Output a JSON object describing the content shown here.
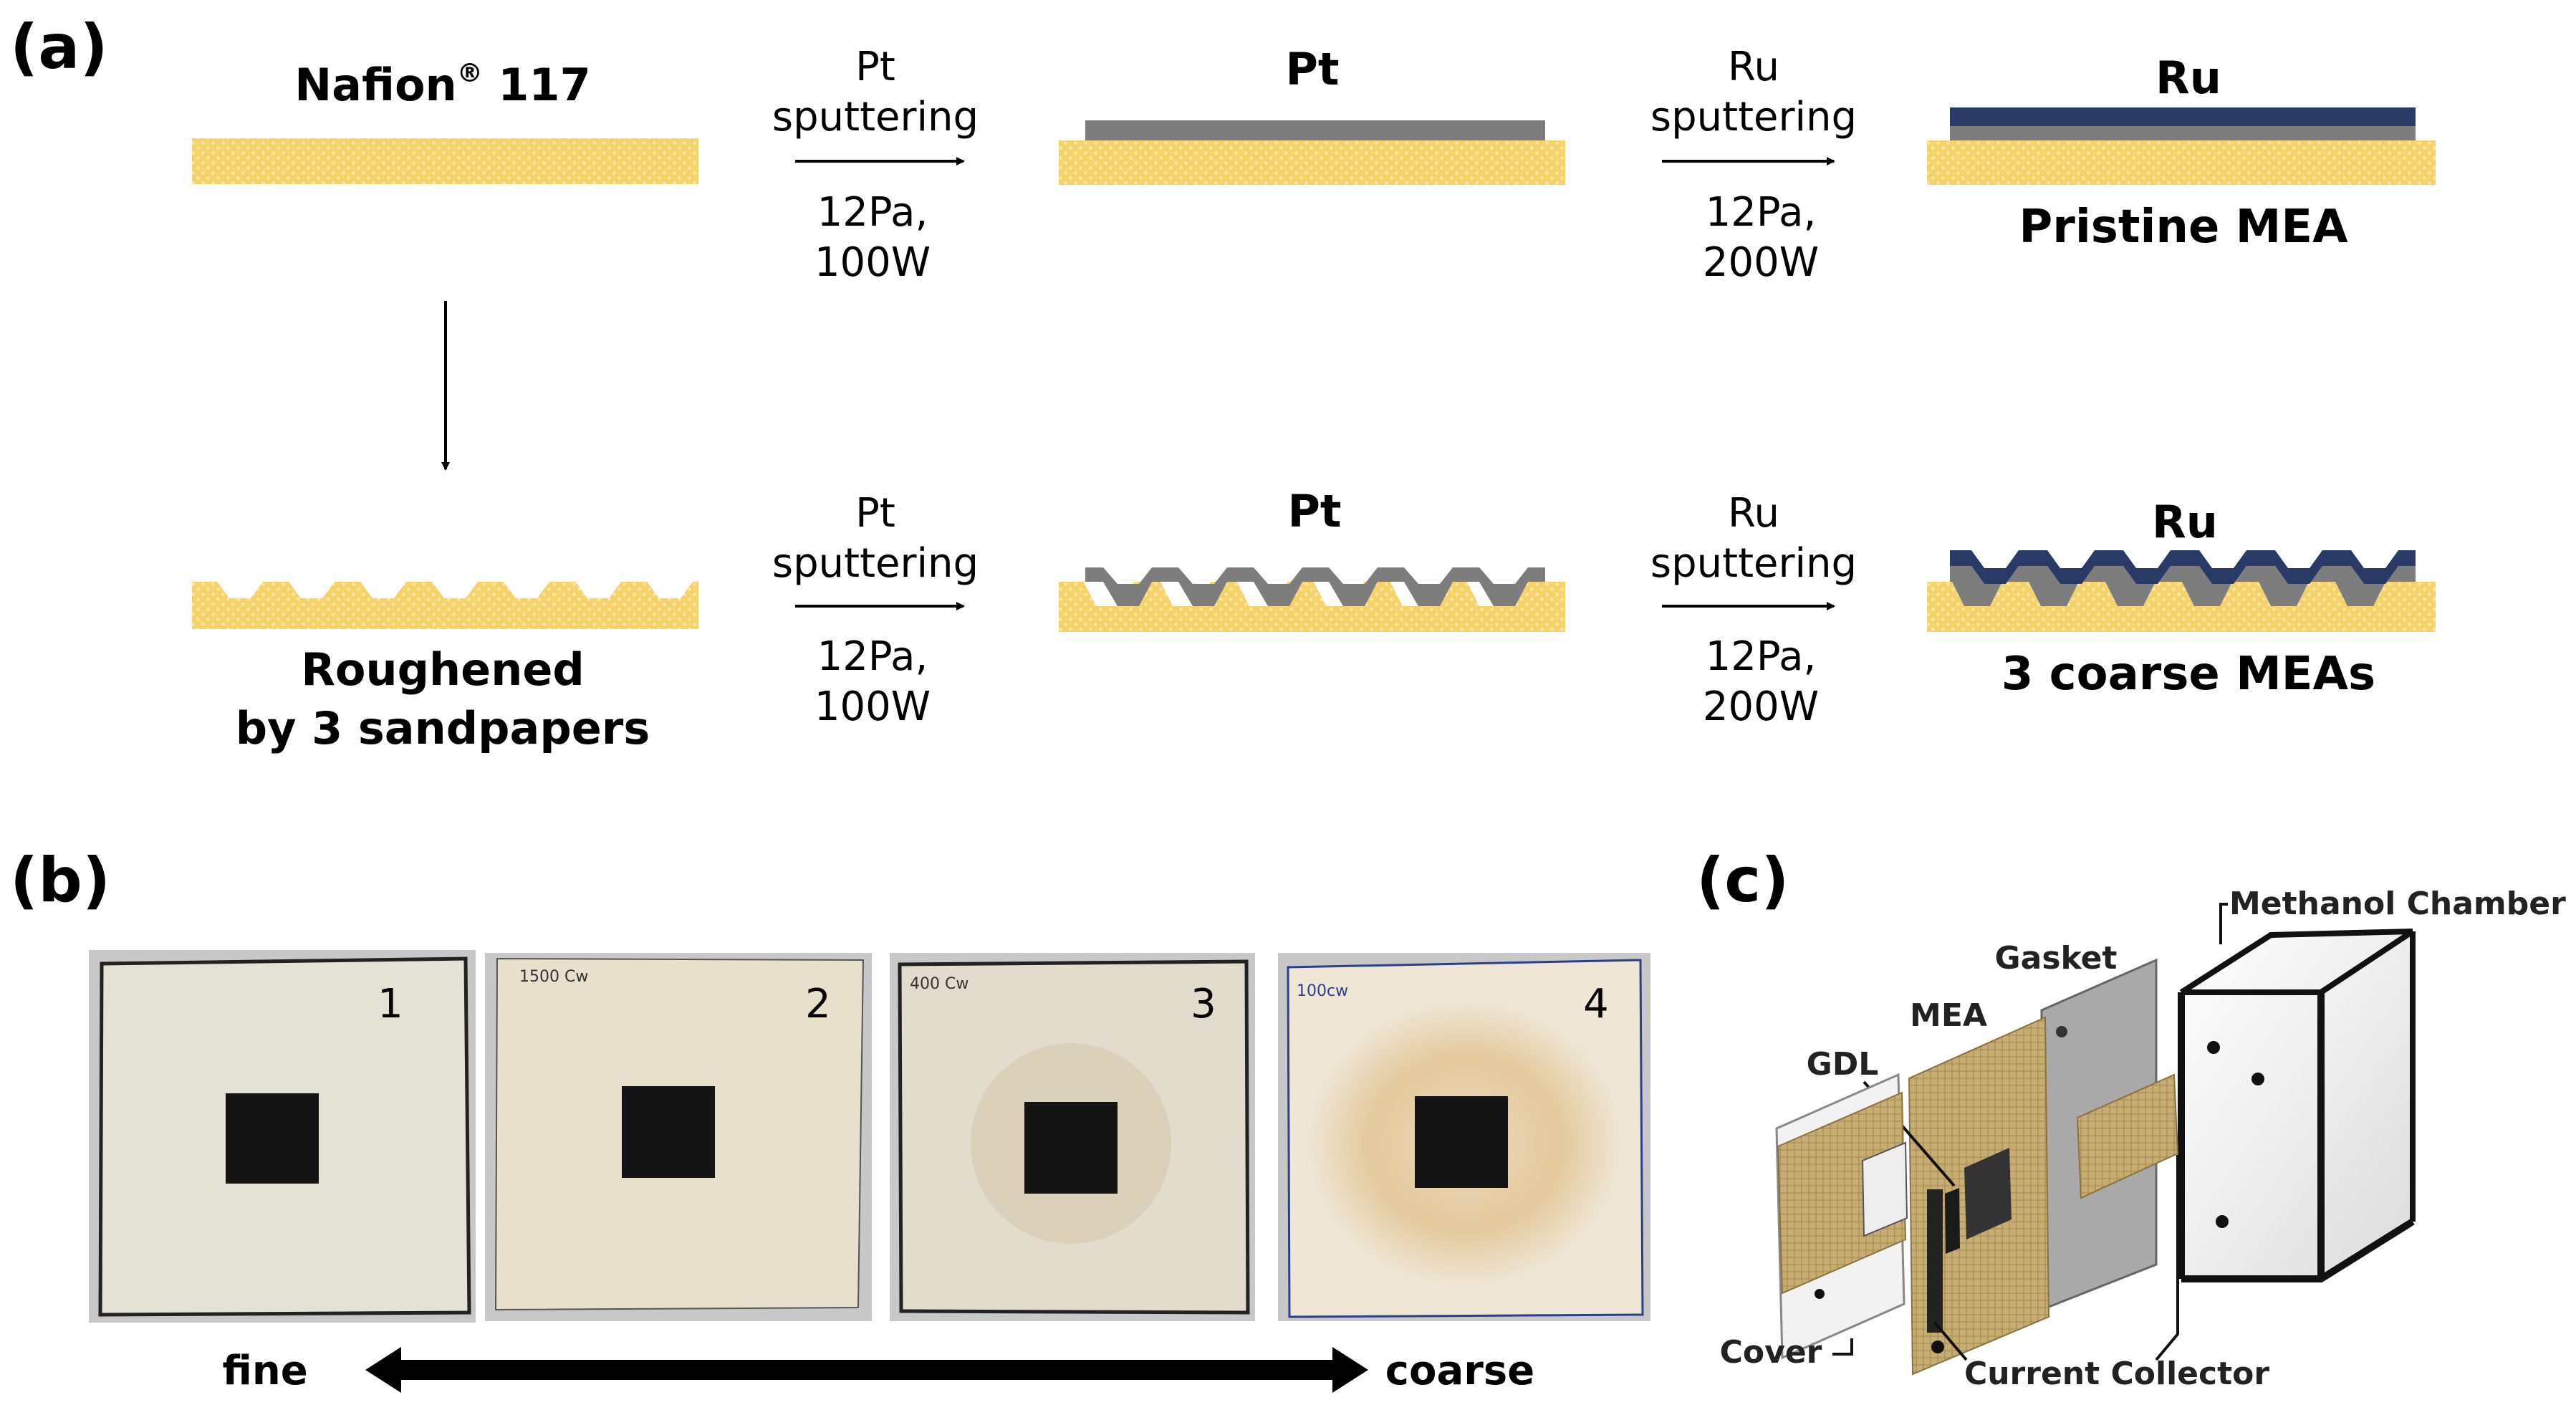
{
  "panel_a": {
    "label": "(a)",
    "top_row": {
      "membrane_label": "Nafion",
      "membrane_reg": "®",
      "membrane_num": " 117",
      "step1_title_line1": "Pt",
      "step1_title_line2": "sputtering",
      "step1_cond_line1": "12Pa,",
      "step1_cond_line2": "100W",
      "layer1_label": "Pt",
      "step2_title_line1": "Ru",
      "step2_title_line2": "sputtering",
      "step2_cond_line1": "12Pa,",
      "step2_cond_line2": "200W",
      "layer2_label": "Ru",
      "result_label": "Pristine MEA"
    },
    "bottom_row": {
      "membrane_label_line1": "Roughened",
      "membrane_label_line2": "by 3 sandpapers",
      "step1_title_line1": "Pt",
      "step1_title_line2": "sputtering",
      "step1_cond_line1": "12Pa,",
      "step1_cond_line2": "100W",
      "layer1_label": "Pt",
      "step2_title_line1": "Ru",
      "step2_title_line2": "sputtering",
      "step2_cond_line1": "12Pa,",
      "step2_cond_line2": "200W",
      "layer2_label": "Ru",
      "result_label": "3 coarse MEAs"
    }
  },
  "panel_b": {
    "label": "(b)",
    "samples": [
      {
        "number": "1",
        "note": ""
      },
      {
        "number": "2",
        "note": "1500 Cw"
      },
      {
        "number": "3",
        "note": "400 Cw"
      },
      {
        "number": "4",
        "note": "100cw"
      }
    ],
    "axis_left": "fine",
    "axis_right": "coarse"
  },
  "panel_c": {
    "label": "(c)",
    "parts": {
      "methanol_chamber": "Methanol Chamber",
      "gasket": "Gasket",
      "mea": "MEA",
      "gdl": "GDL",
      "cover": "Cover",
      "current_collector": "Current Collector"
    }
  },
  "colors": {
    "nafion": "#f6d36a",
    "nafion_dots": "#ffe9a8",
    "platinum": "#7d7d7d",
    "ruthenium": "#2a3a66",
    "photo_frame": "#c8c8c8",
    "sample_sheet": "#e4e1d5",
    "catalyst_square": "#141414",
    "arrow": "#000000"
  }
}
